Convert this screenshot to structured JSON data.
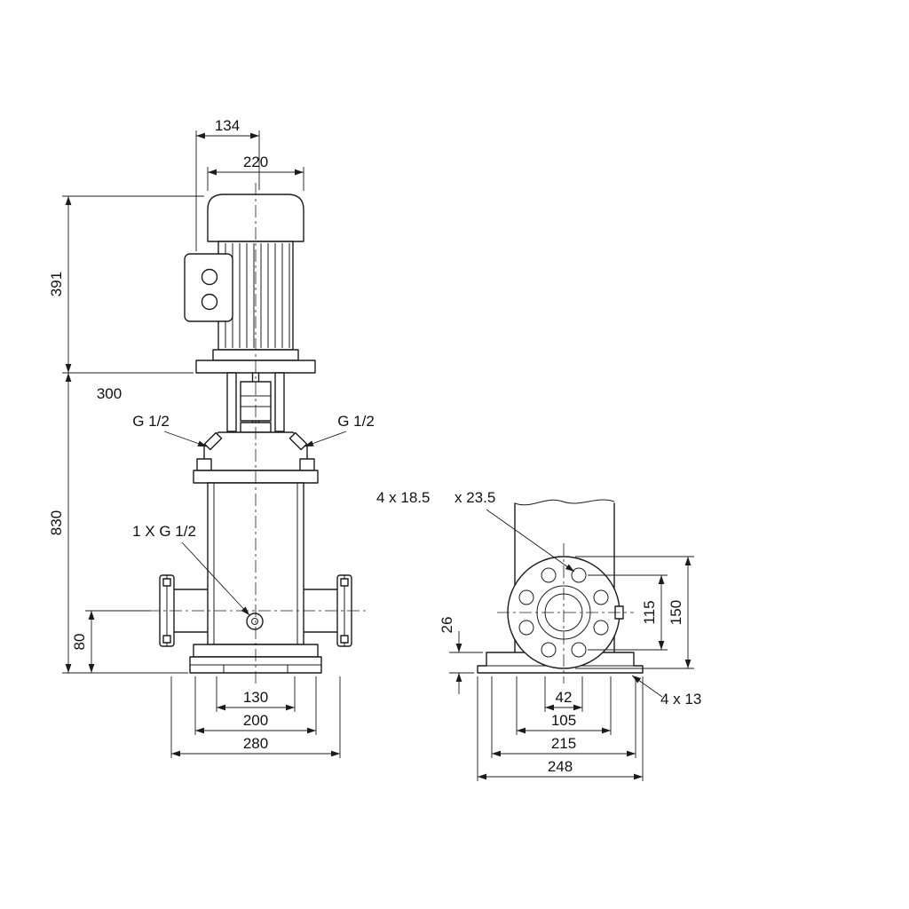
{
  "style": {
    "line_color": "#1c1c1c",
    "background": "#ffffff"
  },
  "front_view": {
    "dim_134": "134",
    "dim_220": "220",
    "dim_391": "391",
    "dim_300": "300",
    "dim_830": "830",
    "dim_80": "80",
    "dim_130": "130",
    "dim_200": "200",
    "dim_280": "280",
    "vent_left": "G 1/2",
    "vent_right": "G 1/2",
    "drain": "1 X G 1/2"
  },
  "side_view": {
    "holes_a": "4 x 18.5",
    "holes_b": "x 23.5",
    "dim_26": "26",
    "dim_115": "115",
    "dim_150": "150",
    "dim_42": "42",
    "dim_105": "105",
    "dim_215": "215",
    "dim_248": "248",
    "base_holes": "4 x 13"
  }
}
